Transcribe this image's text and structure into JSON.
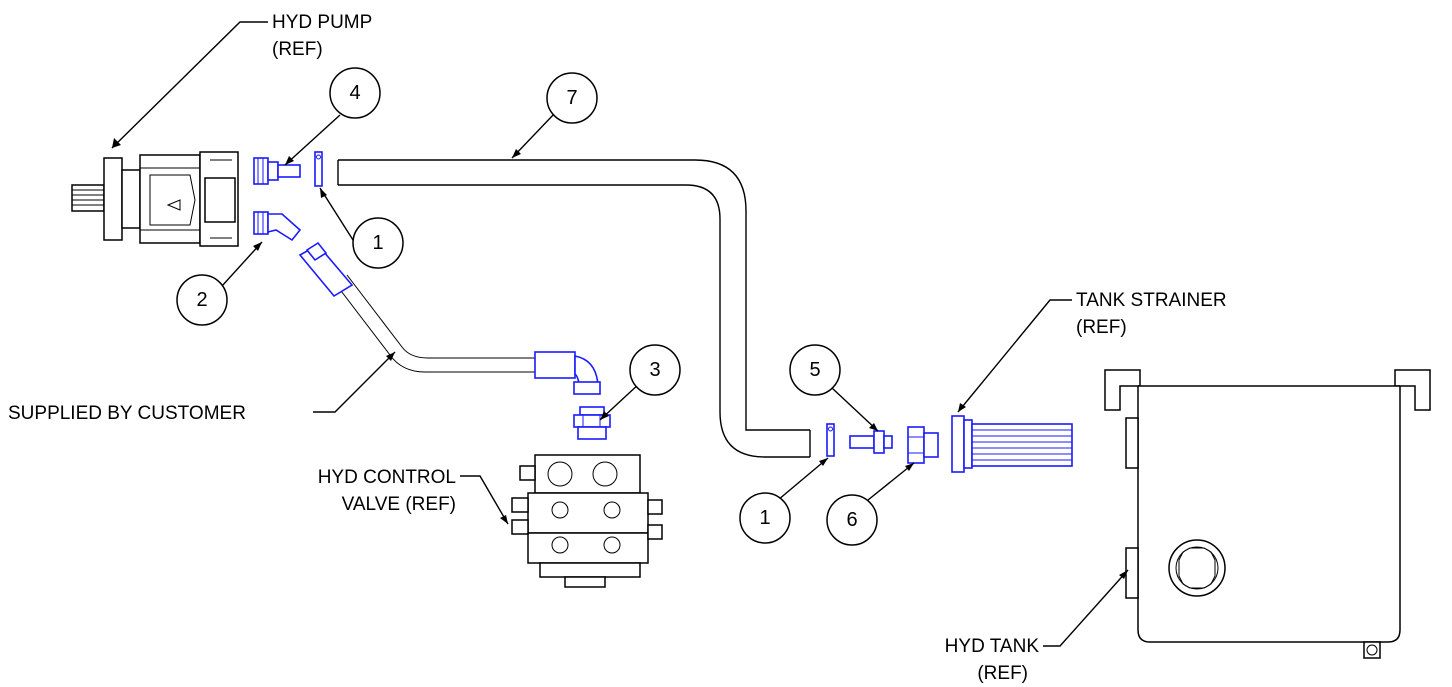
{
  "labels": {
    "hyd_pump_1": "HYD PUMP",
    "hyd_pump_2": "(REF)",
    "tank_strainer_1": "TANK STRAINER",
    "tank_strainer_2": "(REF)",
    "supplied": "SUPPLIED BY CUSTOMER",
    "control_valve_1": "HYD CONTROL",
    "control_valve_2": "VALVE (REF)",
    "hyd_tank_1": "HYD TANK",
    "hyd_tank_2": "(REF)"
  },
  "bubbles": {
    "b4": "4",
    "b7": "7",
    "b1_top": "1",
    "b2": "2",
    "b3": "3",
    "b5": "5",
    "b1_bottom": "1",
    "b6": "6"
  },
  "colors": {
    "line": "#000000",
    "fitting": "#1a1aff"
  }
}
